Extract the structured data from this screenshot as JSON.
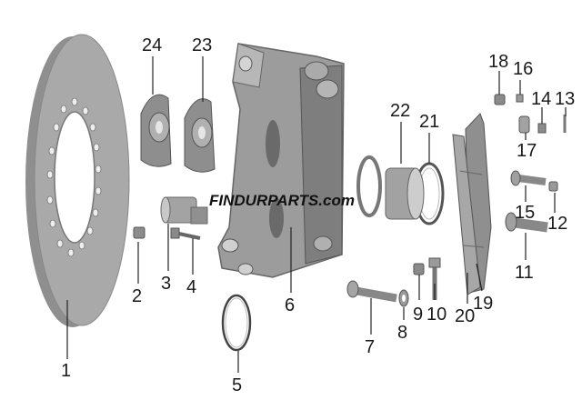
{
  "watermark": "FINDURPARTS.com",
  "part_numbers": {
    "p1": "1",
    "p2": "2",
    "p3": "3",
    "p4": "4",
    "p5": "5",
    "p6": "6",
    "p7": "7",
    "p8": "8",
    "p9": "9",
    "p10": "10",
    "p11": "11",
    "p12": "12",
    "p13": "13",
    "p14": "14",
    "p15": "15",
    "p16": "16",
    "p17": "17",
    "p18": "18",
    "p19": "19",
    "p20": "20",
    "p21": "21",
    "p22": "22",
    "p23": "23",
    "p24": "24"
  },
  "colors": {
    "part_fill": "#9a9a9a",
    "part_dark": "#6f6f6f",
    "part_light": "#c4c4c4",
    "text": "#1a1a1a"
  }
}
